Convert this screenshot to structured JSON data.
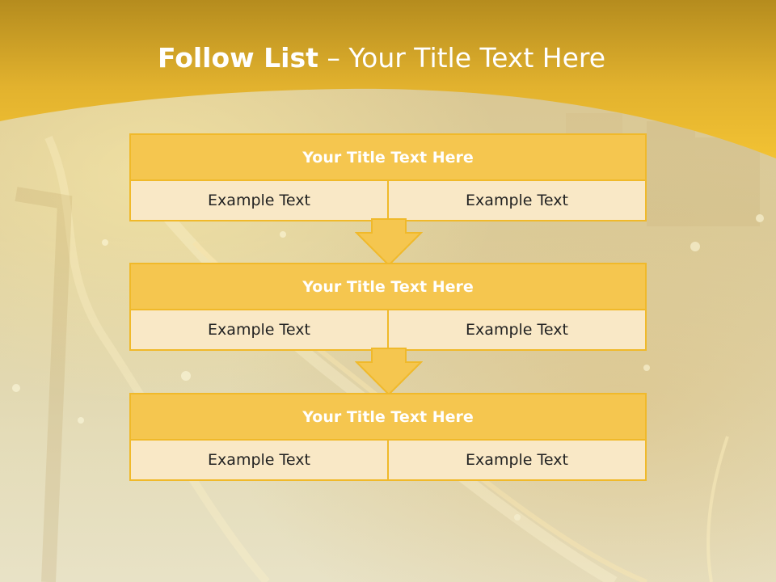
{
  "title": {
    "bold": "Follow List",
    "rest": " – Your Title Text Here"
  },
  "colors": {
    "accent": "#f0b92a",
    "header_fill": "#f5c64f",
    "cell_fill": "#f9e8c6",
    "band_top": "#b58c1e",
    "band_bottom": "#f2c233"
  },
  "blocks": [
    {
      "heading": "Your Title Text Here",
      "left": "Example Text",
      "right": "Example Text"
    },
    {
      "heading": "Your Title Text Here",
      "left": "Example Text",
      "right": "Example Text"
    },
    {
      "heading": "Your Title Text Here",
      "left": "Example Text",
      "right": "Example Text"
    }
  ],
  "arrow_icon": "down-arrow-icon",
  "background": "city-night-traffic-photo"
}
